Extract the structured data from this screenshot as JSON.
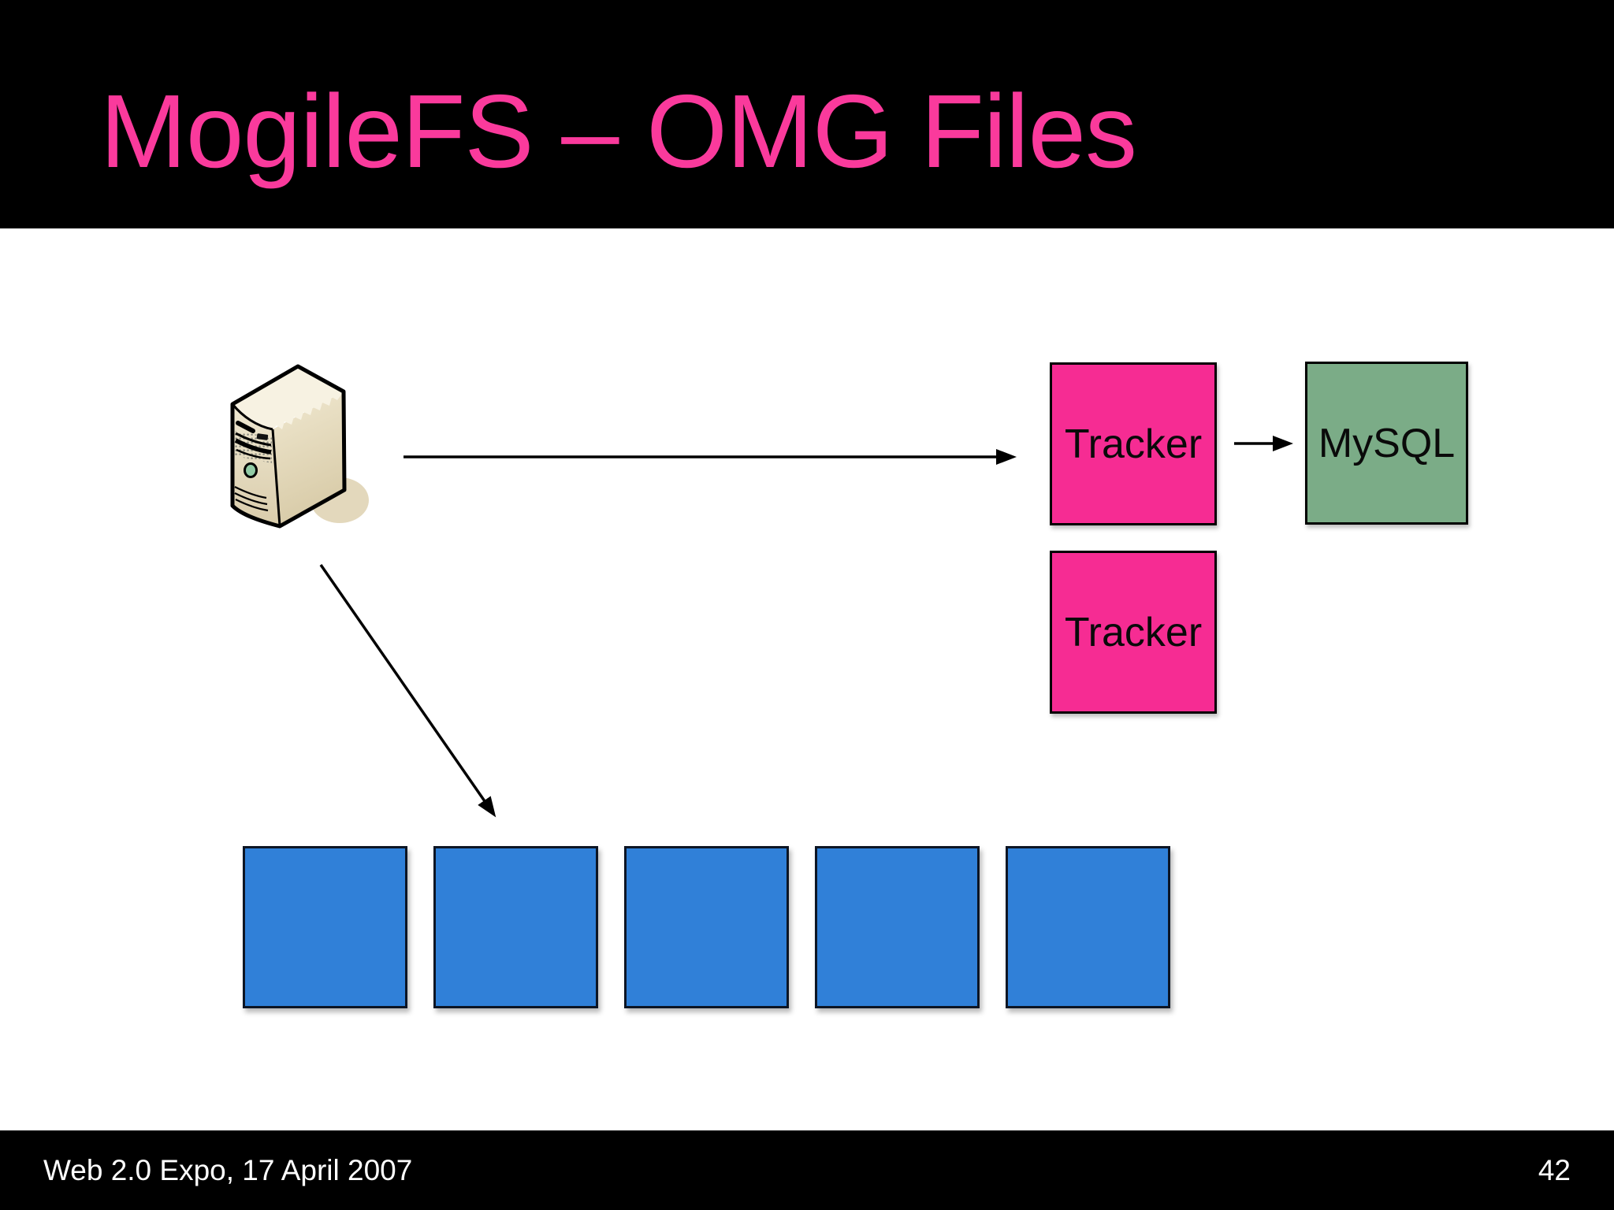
{
  "header": {
    "title": "MogileFS – OMG Files"
  },
  "footer": {
    "event": "Web 2.0 Expo, 17 April 2007",
    "page_number": "42"
  },
  "diagram": {
    "client": {
      "icon": "server-tower-icon"
    },
    "tracker_boxes": [
      {
        "label": "Tracker"
      },
      {
        "label": "Tracker"
      }
    ],
    "database_box": {
      "label": "MySQL"
    },
    "storage_nodes": [
      {},
      {},
      {},
      {},
      {}
    ],
    "arrows": [
      {
        "name": "client-to-tracker"
      },
      {
        "name": "tracker-to-mysql"
      },
      {
        "name": "client-to-storage"
      }
    ]
  },
  "colors": {
    "header_bg": "#000000",
    "title_text": "#FA3A9C",
    "tracker_fill": "#F62C93",
    "database_fill": "#7BAC87",
    "storage_fill": "#3080D8",
    "footer_text": "#FFFFFF",
    "box_border": "#000000",
    "slide_bg": "#FFFFFF"
  }
}
